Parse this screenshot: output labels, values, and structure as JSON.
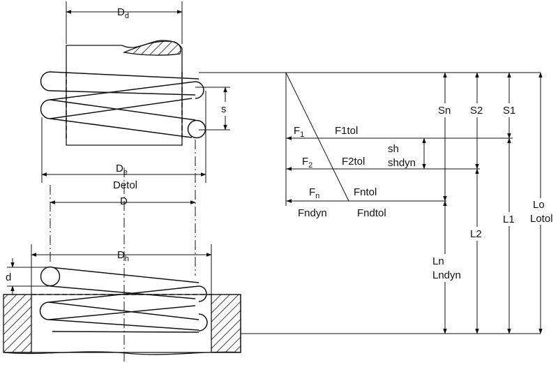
{
  "labels": {
    "Dd": {
      "main": "D",
      "sub": "d"
    },
    "De": {
      "main": "D",
      "sub": "e"
    },
    "Detol": "Detol",
    "D": "D",
    "Dh": {
      "main": "D",
      "sub": "h"
    },
    "d": "d",
    "s": "s",
    "F1": {
      "main": "F",
      "sub": "1"
    },
    "F1tol": "F1tol",
    "F2": {
      "main": "F",
      "sub": "2"
    },
    "F2tol": "F2tol",
    "Fn": {
      "main": "F",
      "sub": "n"
    },
    "Fntol": "Fntol",
    "Fndyn": "Fndyn",
    "Fndtol": "Fndtol",
    "sh": "sh",
    "shdyn": "shdyn",
    "Sn": "Sn",
    "S2": "S2",
    "S1": "S1",
    "Ln": "Ln",
    "Lndyn": "Lndyn",
    "L2": "L2",
    "L1": "L1",
    "Lo": "Lo",
    "Lotol": "Lotol"
  }
}
